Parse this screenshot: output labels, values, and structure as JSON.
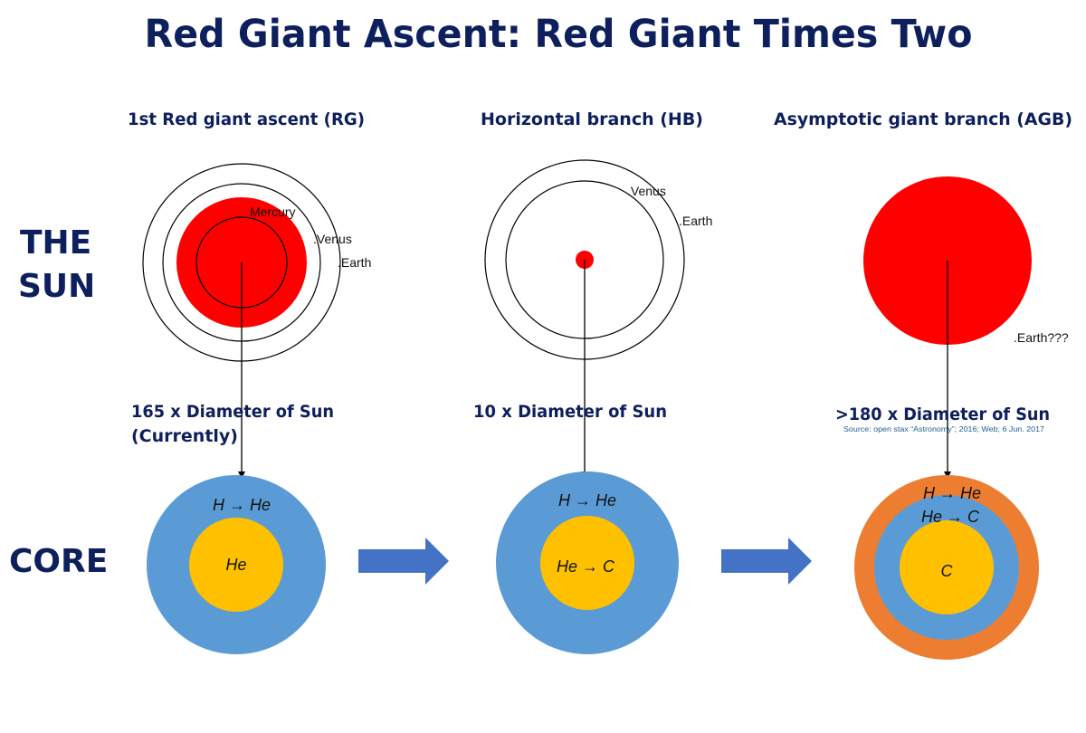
{
  "title": "Red Giant Ascent: Red Giant Times Two",
  "row_labels": {
    "sun_line1": "THE",
    "sun_line2": "SUN",
    "core": "CORE"
  },
  "stages": [
    {
      "heading": "1st Red giant ascent (RG)",
      "diameter_line1": "165 x Diameter of Sun",
      "diameter_line2": "(Currently)",
      "planets": [
        "Mercury",
        ".Venus",
        ".Earth"
      ],
      "core_shell": "H → He",
      "core_center": "He"
    },
    {
      "heading": "Horizontal branch (HB)",
      "diameter_line1": "10 x Diameter of Sun",
      "planets": [
        ".Venus",
        ".Earth"
      ],
      "core_shell": "H → He",
      "core_center": "He → C"
    },
    {
      "heading": "Asymptotic giant branch (AGB)",
      "diameter_line1": ">180 x Diameter of Sun",
      "source": "Source: open stax “Astronomy”; 2016; Web; 6 Jun. 2017",
      "planets": [
        ".Earth???"
      ],
      "core_outer_shell": "H → He",
      "core_shell": "He → C",
      "core_center": "C"
    }
  ],
  "colors": {
    "title": "#0d1f5c",
    "sun_red": "#ff0000",
    "shell_blue": "#5b9bd5",
    "core_yellow": "#ffc000",
    "shell_orange": "#ed7d31",
    "arrow_blue": "#4472c4"
  }
}
